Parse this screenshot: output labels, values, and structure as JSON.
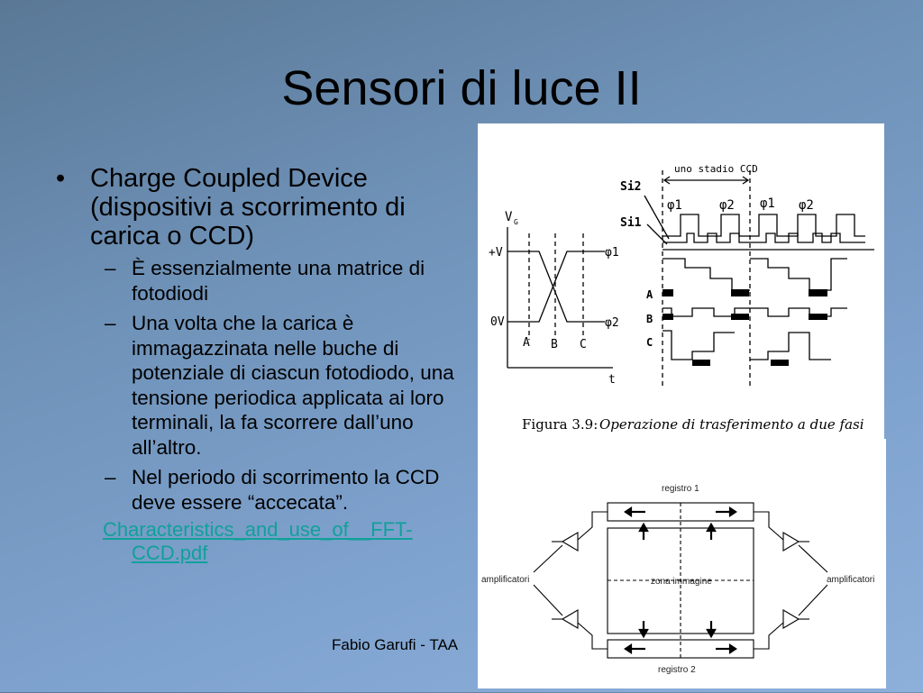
{
  "title": "Sensori di luce II",
  "bullets": {
    "b1": {
      "marker": "•",
      "text": "Charge Coupled Device (dispositivi a scorrimento di carica  o CCD)"
    },
    "sub1": {
      "marker": "–",
      "text": "È essenzialmente una matrice di fotodiodi"
    },
    "sub2": {
      "marker": "–",
      "text": "Una volta che la carica è immagazzinata nelle buche di potenziale di ciascun fotodiodo, una tensione periodica applicata ai loro terminali, la fa scorrere dall’uno all’altro."
    },
    "sub3": {
      "marker": "–",
      "text": "Nel periodo di scorrimento la CCD deve essere “accecata”."
    }
  },
  "link_text": "Characteristics_and_use_of__FFT-CCD.pdf",
  "footer": "Fabio Garufi - TAA",
  "figure1": {
    "uno_stadio": "uno stadio CCD",
    "si2": "Si2",
    "si1": "Si1",
    "vg": "V",
    "vg_sub": "G",
    "plus_v": "+V",
    "zero_v": "0V",
    "phi1": "φ1",
    "phi2": "φ2",
    "a": "A",
    "b": "B",
    "c": "C",
    "t": "t",
    "caption_label": "Figura 3.9:",
    "caption_text": "Operazione di trasferimento a due fasi"
  },
  "figure2": {
    "registro1": "registro 1",
    "registro2": "registro 2",
    "zona": "zona immagine",
    "amp_left": "amplificatori",
    "amp_right": "amplificatori"
  }
}
